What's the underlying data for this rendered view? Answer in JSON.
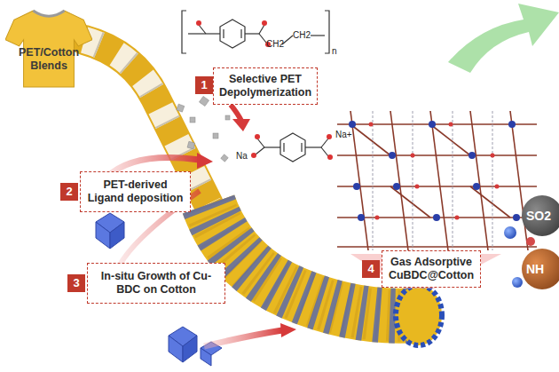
{
  "diagram": {
    "nodes": [
      {
        "text": [
          "PET/Cotton Blends"
        ]
      },
      {
        "text": [
          "Selective PET Depolymerization"
        ]
      },
      {
        "text": [
          "PET-derived Ligand deposition"
        ]
      },
      {
        "text": [
          "In-situ Growth of Cu-BDC on Cotton"
        ]
      },
      {
        "text": [
          "Gas Adsorptive CuBDC@Cotton"
        ]
      },
      {
        "text": [
          "SO2"
        ]
      },
      {
        "text": [
          "NH"
        ]
      }
    ],
    "labels": [
      "n",
      "CH2",
      "CH2",
      "Na+",
      "Na",
      "1",
      "2",
      "3",
      "4"
    ]
  }
}
